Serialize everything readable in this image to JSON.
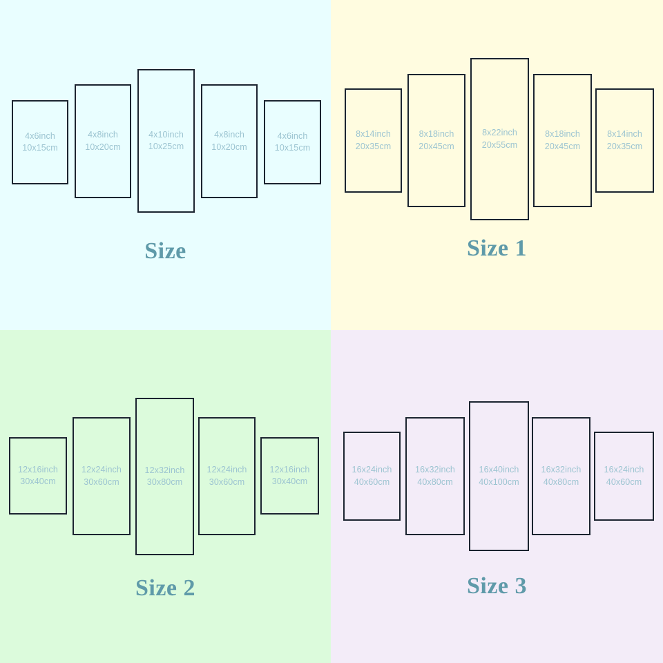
{
  "colors": {
    "frame_border": "#1b2430",
    "label_text": "#9cc4d1",
    "title_text": "#5f9aa9",
    "bg_top_left": "#e9feff",
    "bg_top_right": "#fffce0",
    "bg_bottom_left": "#dcfbdc",
    "bg_bottom_right": "#f3ecf8"
  },
  "quadrants": [
    {
      "id": "size",
      "title": "Size",
      "background": "#e9feff",
      "panels": [
        {
          "inch": "4x6inch",
          "cm": "10x15cm"
        },
        {
          "inch": "4x8inch",
          "cm": "10x20cm"
        },
        {
          "inch": "4x10inch",
          "cm": "10x25cm"
        },
        {
          "inch": "4x8inch",
          "cm": "10x20cm"
        },
        {
          "inch": "4x6inch",
          "cm": "10x15cm"
        }
      ]
    },
    {
      "id": "size-1",
      "title": "Size 1",
      "background": "#fffce0",
      "panels": [
        {
          "inch": "8x14inch",
          "cm": "20x35cm"
        },
        {
          "inch": "8x18inch",
          "cm": "20x45cm"
        },
        {
          "inch": "8x22inch",
          "cm": "20x55cm"
        },
        {
          "inch": "8x18inch",
          "cm": "20x45cm"
        },
        {
          "inch": "8x14inch",
          "cm": "20x35cm"
        }
      ]
    },
    {
      "id": "size-2",
      "title": "Size 2",
      "background": "#dcfbdc",
      "panels": [
        {
          "inch": "12x16inch",
          "cm": "30x40cm"
        },
        {
          "inch": "12x24inch",
          "cm": "30x60cm"
        },
        {
          "inch": "12x32inch",
          "cm": "30x80cm"
        },
        {
          "inch": "12x24inch",
          "cm": "30x60cm"
        },
        {
          "inch": "12x16inch",
          "cm": "30x40cm"
        }
      ]
    },
    {
      "id": "size-3",
      "title": "Size 3",
      "background": "#f3ecf8",
      "panels": [
        {
          "inch": "16x24inch",
          "cm": "40x60cm"
        },
        {
          "inch": "16x32inch",
          "cm": "40x80cm"
        },
        {
          "inch": "16x40inch",
          "cm": "40x100cm"
        },
        {
          "inch": "16x32inch",
          "cm": "40x80cm"
        },
        {
          "inch": "16x24inch",
          "cm": "40x60cm"
        }
      ]
    }
  ]
}
